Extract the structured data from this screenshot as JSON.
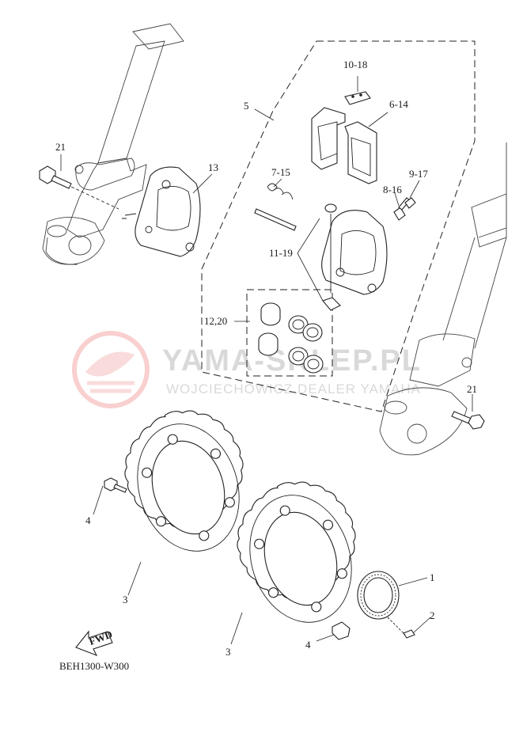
{
  "diagram": {
    "code": "BEH1300-W300",
    "fwd_label": "FWD",
    "watermark": {
      "brand": "YAMA-SKLEP.PL",
      "subtitle": "WOJCIECHOWICZ DEALER YAMAHA"
    },
    "callouts": [
      {
        "id": "c1",
        "text": "1"
      },
      {
        "id": "c2",
        "text": "2"
      },
      {
        "id": "c3a",
        "text": "3"
      },
      {
        "id": "c3b",
        "text": "3"
      },
      {
        "id": "c4a",
        "text": "4"
      },
      {
        "id": "c4b",
        "text": "4"
      },
      {
        "id": "c5",
        "text": "5"
      },
      {
        "id": "c6",
        "text": "6-14"
      },
      {
        "id": "c7",
        "text": "7-15"
      },
      {
        "id": "c8",
        "text": "8-16"
      },
      {
        "id": "c9",
        "text": "9-17"
      },
      {
        "id": "c10",
        "text": "10-18"
      },
      {
        "id": "c11",
        "text": "11-19"
      },
      {
        "id": "c12",
        "text": "12,20"
      },
      {
        "id": "c13",
        "text": "13"
      },
      {
        "id": "c21a",
        "text": "21"
      },
      {
        "id": "c21b",
        "text": "21"
      }
    ]
  }
}
